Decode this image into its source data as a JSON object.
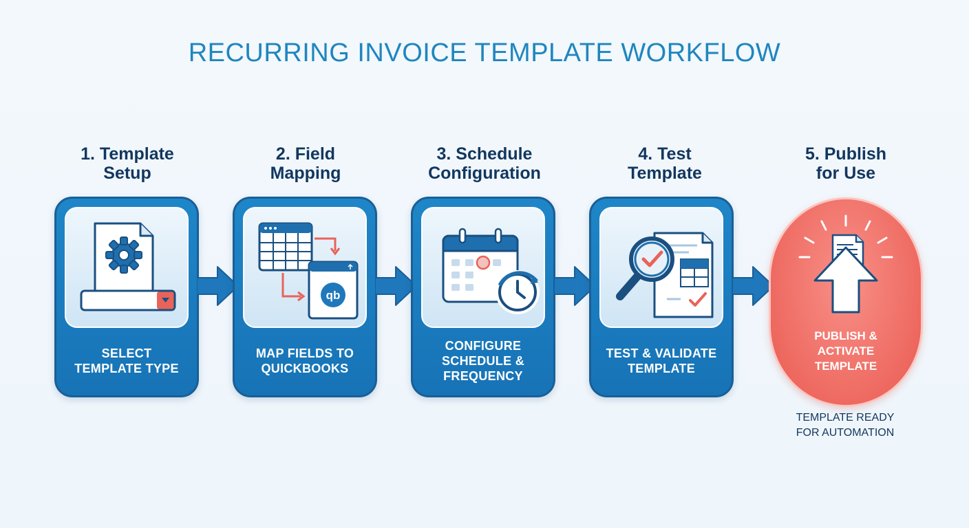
{
  "title": "RECURRING INVOICE TEMPLATE WORKFLOW",
  "steps": [
    {
      "title_lines": [
        "1. Template",
        "Setup"
      ],
      "label_lines": [
        "SELECT",
        "TEMPLATE TYPE"
      ],
      "icon": "template-setup-icon"
    },
    {
      "title_lines": [
        "2. Field",
        "Mapping"
      ],
      "label_lines": [
        "MAP FIELDS TO",
        "QUICKBOOKS"
      ],
      "icon": "field-mapping-icon"
    },
    {
      "title_lines": [
        "3. Schedule",
        "Configuration"
      ],
      "label_lines": [
        "CONFIGURE",
        "SCHEDULE &",
        "FREQUENCY"
      ],
      "icon": "calendar-clock-icon"
    },
    {
      "title_lines": [
        "4. Test",
        "Template"
      ],
      "label_lines": [
        "TEST & VALIDATE",
        "TEMPLATE"
      ],
      "icon": "magnifier-check-icon"
    },
    {
      "title_lines": [
        "5. Publish",
        "for Use"
      ],
      "label_lines": [
        "PUBLISH &",
        "ACTIVATE",
        "TEMPLATE"
      ],
      "icon": "publish-upload-icon"
    }
  ],
  "final_note_lines": [
    "TEMPLATE READY",
    "FOR AUTOMATION"
  ],
  "colors": {
    "title": "#1f86be",
    "card_blue": "#1a76b9",
    "card_border": "#1a5f97",
    "publish_red": "#ee6a61",
    "accent_red": "#e8635a",
    "dark_text": "#12375e"
  }
}
